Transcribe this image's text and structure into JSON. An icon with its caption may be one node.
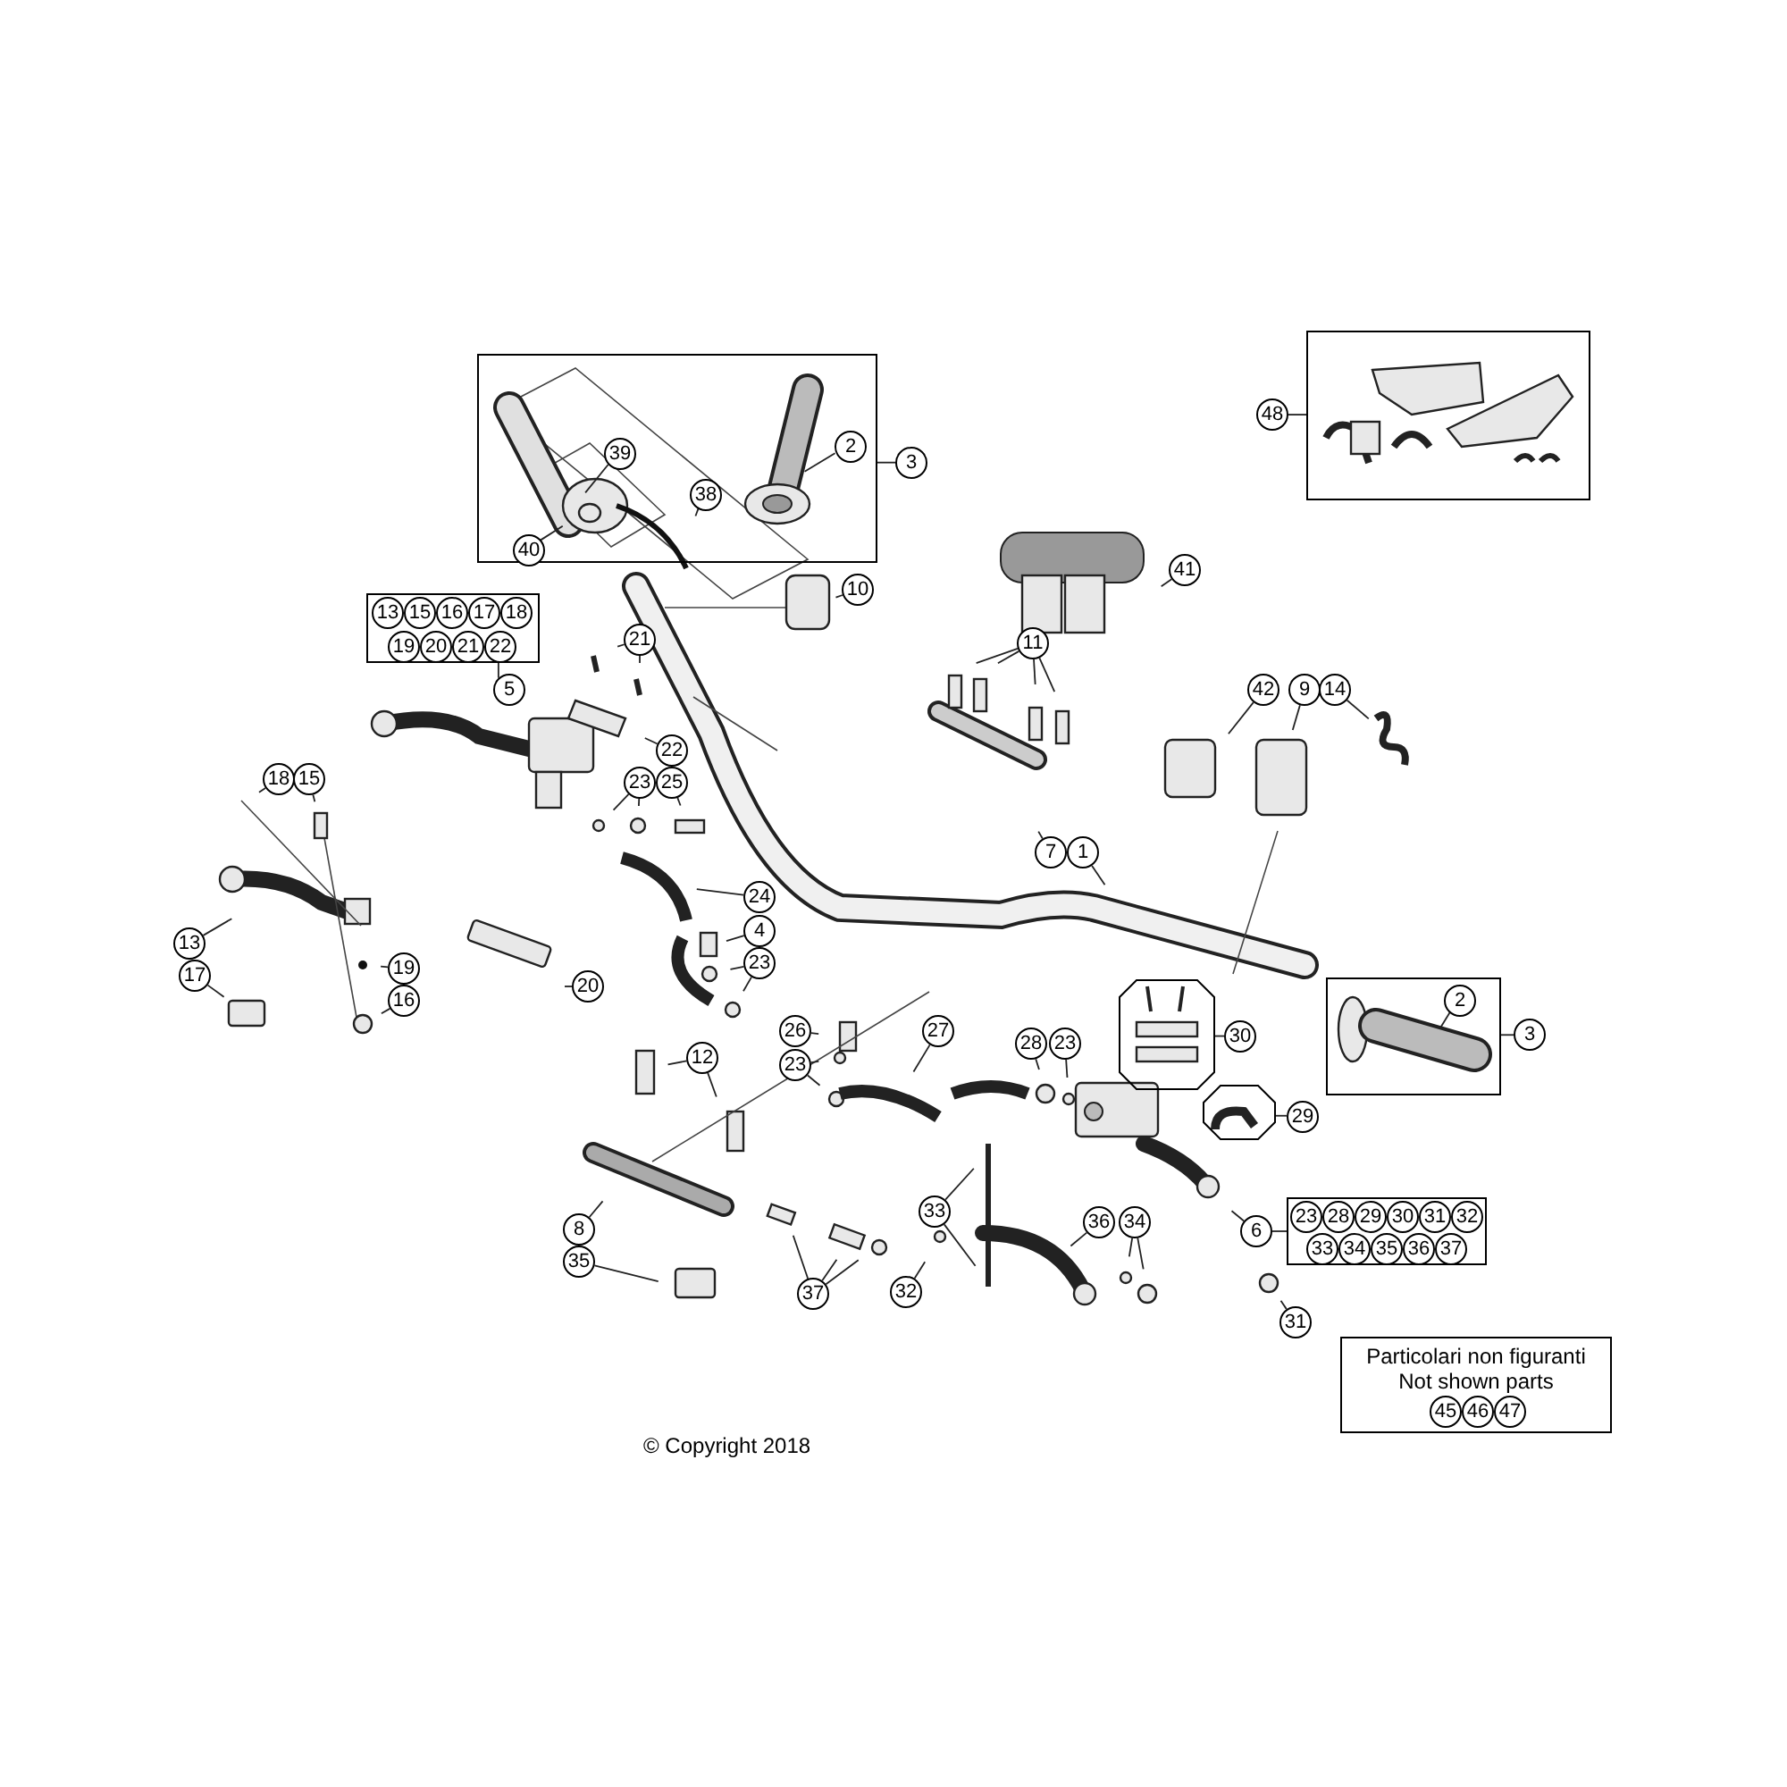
{
  "diagram": {
    "nodes": [
      {
        "text": [],
        "shape": "box"
      },
      {
        "text": [
          "39"
        ],
        "in": 0
      },
      {
        "text": [
          "38"
        ],
        "in": 0
      },
      {
        "text": [
          "2"
        ],
        "in": 0
      },
      {
        "text": [
          "40"
        ],
        "in": 0
      },
      {
        "text": [
          "3"
        ]
      },
      {
        "text": [],
        "shape": "box"
      },
      {
        "text": [
          "48"
        ]
      },
      {
        "text": [
          "41"
        ]
      },
      {
        "text": [
          "10"
        ]
      },
      {
        "text": [],
        "shape": "box"
      },
      {
        "text": [
          "13"
        ],
        "in": 10
      },
      {
        "text": [
          "15"
        ],
        "in": 10
      },
      {
        "text": [
          "16"
        ],
        "in": 10
      },
      {
        "text": [
          "17"
        ],
        "in": 10
      },
      {
        "text": [
          "18"
        ],
        "in": 10
      },
      {
        "text": [
          "19"
        ],
        "in": 10
      },
      {
        "text": [
          "20"
        ],
        "in": 10
      },
      {
        "text": [
          "21"
        ],
        "in": 10
      },
      {
        "text": [
          "22"
        ],
        "in": 10
      },
      {
        "text": [
          "5"
        ]
      },
      {
        "text": [
          "21"
        ]
      },
      {
        "text": [
          "11"
        ]
      },
      {
        "text": [
          "42"
        ]
      },
      {
        "text": [
          "9"
        ]
      },
      {
        "text": [
          "14"
        ]
      },
      {
        "text": [
          "22"
        ]
      },
      {
        "text": [
          "18"
        ]
      },
      {
        "text": [
          "15"
        ]
      },
      {
        "text": [
          "23"
        ]
      },
      {
        "text": [
          "25"
        ]
      },
      {
        "text": [
          "7"
        ]
      },
      {
        "text": [
          "1"
        ]
      },
      {
        "text": [
          "24"
        ]
      },
      {
        "text": [
          "13"
        ]
      },
      {
        "text": [
          "4"
        ]
      },
      {
        "text": [
          "17"
        ]
      },
      {
        "text": [
          "19"
        ]
      },
      {
        "text": [
          "23"
        ]
      },
      {
        "text": [
          "20"
        ]
      },
      {
        "text": [
          "16"
        ]
      },
      {
        "text": [],
        "shape": "box"
      },
      {
        "text": [
          "2"
        ],
        "in": 41
      },
      {
        "text": [
          "3"
        ]
      },
      {
        "text": [
          "26"
        ]
      },
      {
        "text": [
          "27"
        ]
      },
      {
        "text": [
          "28"
        ]
      },
      {
        "text": [
          "23"
        ]
      },
      {
        "text": [
          "23"
        ]
      },
      {
        "text": [
          "12"
        ]
      },
      {
        "text": [],
        "shape": "octagon"
      },
      {
        "text": [
          "30"
        ]
      },
      {
        "text": [],
        "shape": "octagon"
      },
      {
        "text": [
          "29"
        ]
      },
      {
        "text": [
          "33"
        ]
      },
      {
        "text": [
          "36"
        ]
      },
      {
        "text": [
          "34"
        ]
      },
      {
        "text": [
          "6"
        ]
      },
      {
        "text": [],
        "shape": "box"
      },
      {
        "text": [
          "23"
        ],
        "in": 58
      },
      {
        "text": [
          "28"
        ],
        "in": 58
      },
      {
        "text": [
          "29"
        ],
        "in": 58
      },
      {
        "text": [
          "30"
        ],
        "in": 58
      },
      {
        "text": [
          "31"
        ],
        "in": 58
      },
      {
        "text": [
          "32"
        ],
        "in": 58
      },
      {
        "text": [
          "33"
        ],
        "in": 58
      },
      {
        "text": [
          "34"
        ],
        "in": 58
      },
      {
        "text": [
          "35"
        ],
        "in": 58
      },
      {
        "text": [
          "36"
        ],
        "in": 58
      },
      {
        "text": [
          "37"
        ],
        "in": 58
      },
      {
        "text": [
          "8"
        ]
      },
      {
        "text": [
          "35"
        ]
      },
      {
        "text": [
          "37"
        ]
      },
      {
        "text": [
          "32"
        ]
      },
      {
        "text": [
          "31"
        ]
      },
      {
        "text": [
          "Particolari non figuranti",
          "Not shown parts"
        ]
      },
      {
        "text": [
          "45"
        ],
        "in": 75
      },
      {
        "text": [
          "46"
        ],
        "in": 75
      },
      {
        "text": [
          "47"
        ],
        "in": 75
      }
    ],
    "edges": [
      {
        "from": 5,
        "to": 0,
        "arrow": "none"
      },
      {
        "from": 1,
        "to": null,
        "arrow": "none"
      },
      {
        "from": 2,
        "to": null,
        "arrow": "none"
      },
      {
        "from": 3,
        "to": null,
        "arrow": "none"
      },
      {
        "from": 4,
        "to": null,
        "arrow": "none"
      },
      {
        "from": 7,
        "to": 6,
        "arrow": "none"
      },
      {
        "from": 8,
        "to": null,
        "arrow": "none"
      },
      {
        "from": 9,
        "to": null,
        "arrow": "none"
      },
      {
        "from": 20,
        "to": 10,
        "arrow": "none"
      },
      {
        "from": 21,
        "to": null,
        "arrow": "none"
      },
      {
        "from": 21,
        "to": null,
        "arrow": "none"
      },
      {
        "from": 22,
        "to": null,
        "arrow": "none"
      },
      {
        "from": 22,
        "to": null,
        "arrow": "none"
      },
      {
        "from": 22,
        "to": null,
        "arrow": "none"
      },
      {
        "from": 22,
        "to": null,
        "arrow": "none"
      },
      {
        "from": 23,
        "to": null,
        "arrow": "none"
      },
      {
        "from": 24,
        "to": null,
        "arrow": "none"
      },
      {
        "from": 25,
        "to": null,
        "arrow": "none"
      },
      {
        "from": 26,
        "to": null,
        "arrow": "none"
      },
      {
        "from": 27,
        "to": null,
        "arrow": "none"
      },
      {
        "from": 28,
        "to": null,
        "arrow": "none"
      },
      {
        "from": 29,
        "to": null,
        "arrow": "none"
      },
      {
        "from": 29,
        "to": null,
        "arrow": "none"
      },
      {
        "from": 30,
        "to": null,
        "arrow": "none"
      },
      {
        "from": 31,
        "to": null,
        "arrow": "none"
      },
      {
        "from": 32,
        "to": null,
        "arrow": "none"
      },
      {
        "from": 33,
        "to": null,
        "arrow": "none"
      },
      {
        "from": 34,
        "to": null,
        "arrow": "none"
      },
      {
        "from": 35,
        "to": null,
        "arrow": "none"
      },
      {
        "from": 36,
        "to": null,
        "arrow": "none"
      },
      {
        "from": 37,
        "to": null,
        "arrow": "none"
      },
      {
        "from": 38,
        "to": null,
        "arrow": "none"
      },
      {
        "from": 38,
        "to": null,
        "arrow": "none"
      },
      {
        "from": 39,
        "to": null,
        "arrow": "none"
      },
      {
        "from": 40,
        "to": null,
        "arrow": "none"
      },
      {
        "from": 42,
        "to": null,
        "arrow": "none"
      },
      {
        "from": 43,
        "to": 41,
        "arrow": "none"
      },
      {
        "from": 44,
        "to": null,
        "arrow": "none"
      },
      {
        "from": 45,
        "to": null,
        "arrow": "none"
      },
      {
        "from": 46,
        "to": null,
        "arrow": "none"
      },
      {
        "from": 47,
        "to": null,
        "arrow": "none"
      },
      {
        "from": 48,
        "to": null,
        "arrow": "none"
      },
      {
        "from": 48,
        "to": null,
        "arrow": "none"
      },
      {
        "from": 49,
        "to": null,
        "arrow": "none"
      },
      {
        "from": 49,
        "to": null,
        "arrow": "none"
      },
      {
        "from": 51,
        "to": 50,
        "arrow": "none"
      },
      {
        "from": 53,
        "to": 52,
        "arrow": "none"
      },
      {
        "from": 54,
        "to": null,
        "arrow": "none"
      },
      {
        "from": 54,
        "to": null,
        "arrow": "none"
      },
      {
        "from": 55,
        "to": null,
        "arrow": "none"
      },
      {
        "from": 56,
        "to": null,
        "arrow": "none"
      },
      {
        "from": 56,
        "to": null,
        "arrow": "none"
      },
      {
        "from": 57,
        "to": 58,
        "arrow": "none"
      },
      {
        "from": 57,
        "to": null,
        "arrow": "none"
      },
      {
        "from": 70,
        "to": null,
        "arrow": "none"
      },
      {
        "from": 71,
        "to": null,
        "arrow": "none"
      },
      {
        "from": 72,
        "to": null,
        "arrow": "none"
      },
      {
        "from": 72,
        "to": null,
        "arrow": "none"
      },
      {
        "from": 72,
        "to": null,
        "arrow": "none"
      },
      {
        "from": 73,
        "to": null,
        "arrow": "none"
      },
      {
        "from": 74,
        "to": null,
        "arrow": "none"
      }
    ],
    "labels": [
      "© Copyright 2018"
    ]
  }
}
